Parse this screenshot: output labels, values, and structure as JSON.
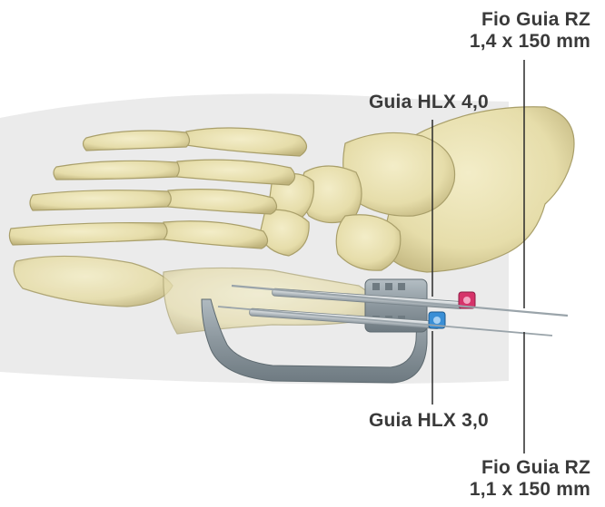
{
  "labels": {
    "fio_guia_top": {
      "line1": "Fio Guia RZ",
      "line2": "1,4 x 150 mm"
    },
    "guia_hlx_40": "Guia HLX 4,0",
    "guia_hlx_30": "Guia HLX 3,0",
    "fio_guia_bottom": {
      "line1": "Fio Guia RZ",
      "line2": "1,1 x 150 mm"
    }
  },
  "colors": {
    "bone": "#e9e2b4",
    "bone_shadow": "#b9af7a",
    "bone_shade_bg": "#f0f0f0",
    "guide_metal": "#8c979e",
    "cap_red": "#d6336a",
    "cap_blue": "#3a8fd6",
    "leader": "#2a2a2a",
    "text": "#3a3a3a"
  }
}
